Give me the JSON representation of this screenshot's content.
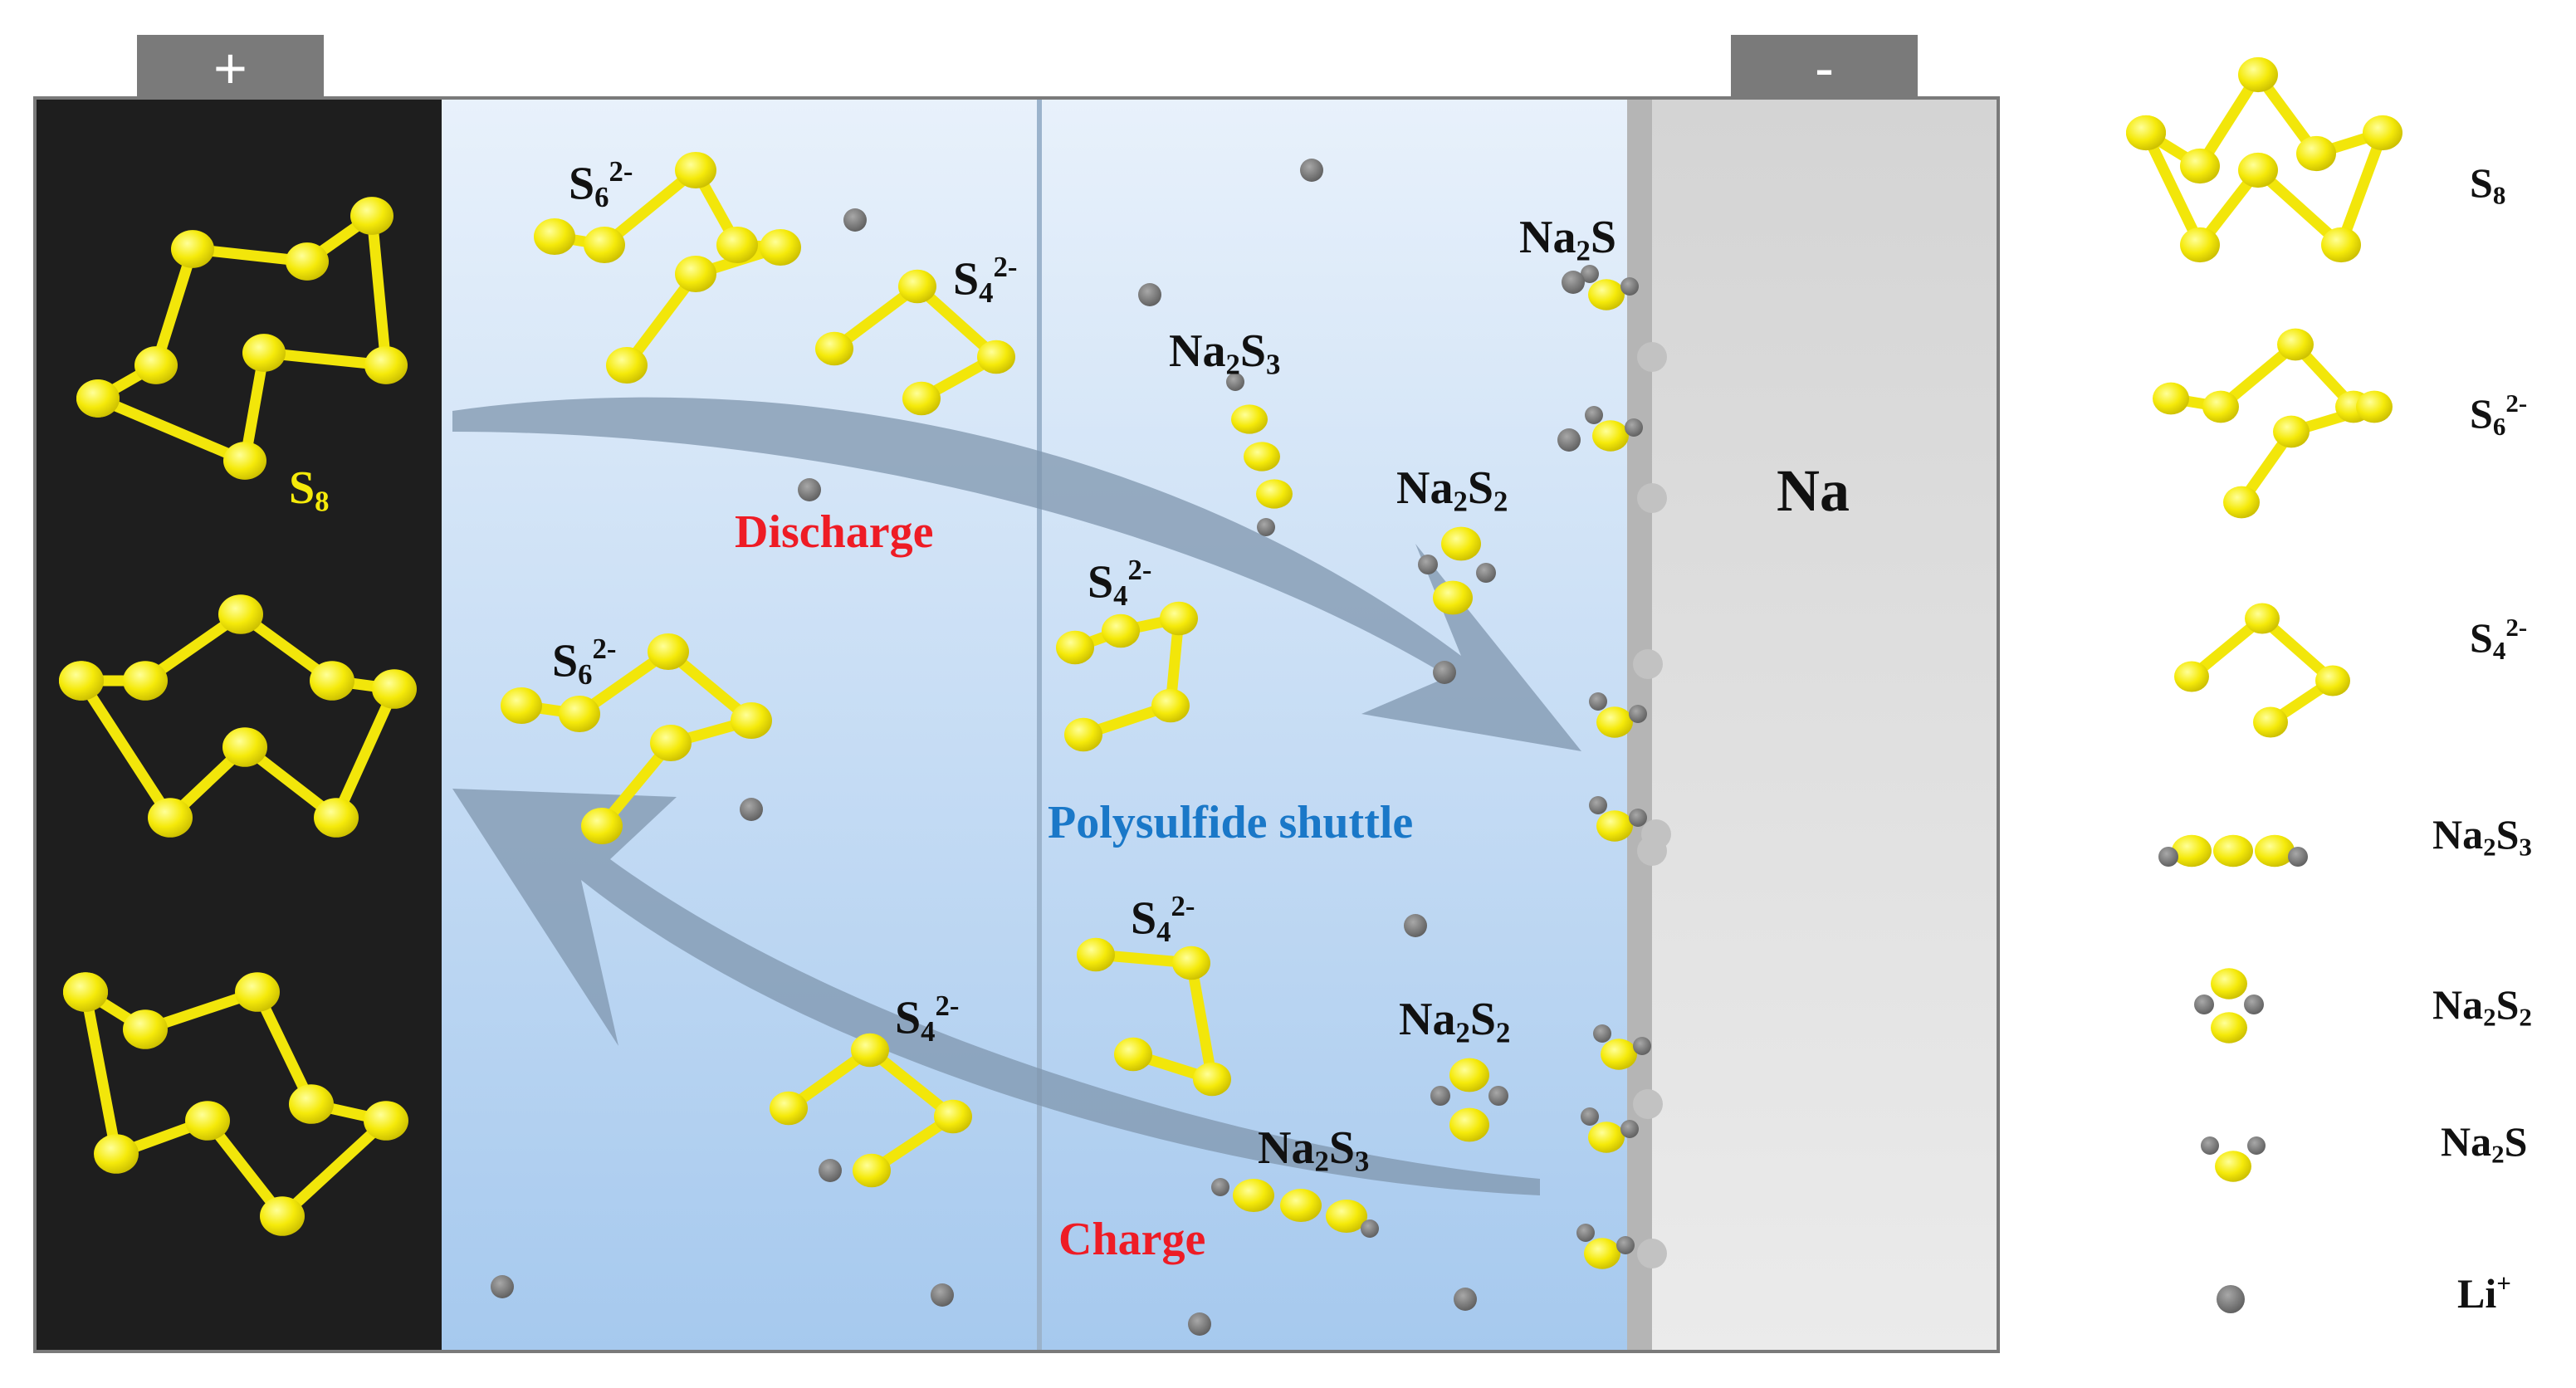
{
  "terminals": {
    "positive": "+",
    "negative": "-"
  },
  "cathode": {
    "label_main": "S",
    "label_sub": "8"
  },
  "anode": {
    "label": "Na"
  },
  "arrows": {
    "discharge": "Discharge",
    "charge": "Charge",
    "shuttle": "Polysulfide shuttle"
  },
  "species": {
    "s6": {
      "main": "S",
      "sub": "6",
      "sup": "2-"
    },
    "s4": {
      "main": "S",
      "sub": "4",
      "sup": "2-"
    },
    "na2s3": {
      "a": "Na",
      "sub": "2",
      "b": "S",
      "sub2": "3"
    },
    "na2s2": {
      "a": "Na",
      "sub": "2",
      "b": "S",
      "sub2": "2"
    },
    "na2s": {
      "a": "Na",
      "sub": "2",
      "b": "S"
    }
  },
  "legend": {
    "s8": {
      "main": "S",
      "sub": "8"
    },
    "s6": {
      "main": "S",
      "sub": "6",
      "sup": "2-"
    },
    "s4": {
      "main": "S",
      "sub": "4",
      "sup": "2-"
    },
    "na2s3": {
      "a": "Na",
      "sub": "2",
      "b": "S",
      "sub2": "3"
    },
    "na2s2": {
      "a": "Na",
      "sub": "2",
      "b": "S",
      "sub2": "2"
    },
    "na2s": {
      "a": "Na",
      "sub": "2",
      "b": "S"
    },
    "li": {
      "main": "Li",
      "sup": "+"
    }
  },
  "colors": {
    "sulfur": "#f5ea0a",
    "ion": "#808080",
    "cathode": "#1e1e1e",
    "electrolyte_top": "#e6f0fb",
    "electrolyte_bottom": "#a9cbef",
    "anode": "#dcdcdc",
    "arrow": "#7f96ad",
    "discharge_text": "#ee1c25",
    "charge_text": "#ee1c25",
    "shuttle_text": "#1a78c8"
  }
}
